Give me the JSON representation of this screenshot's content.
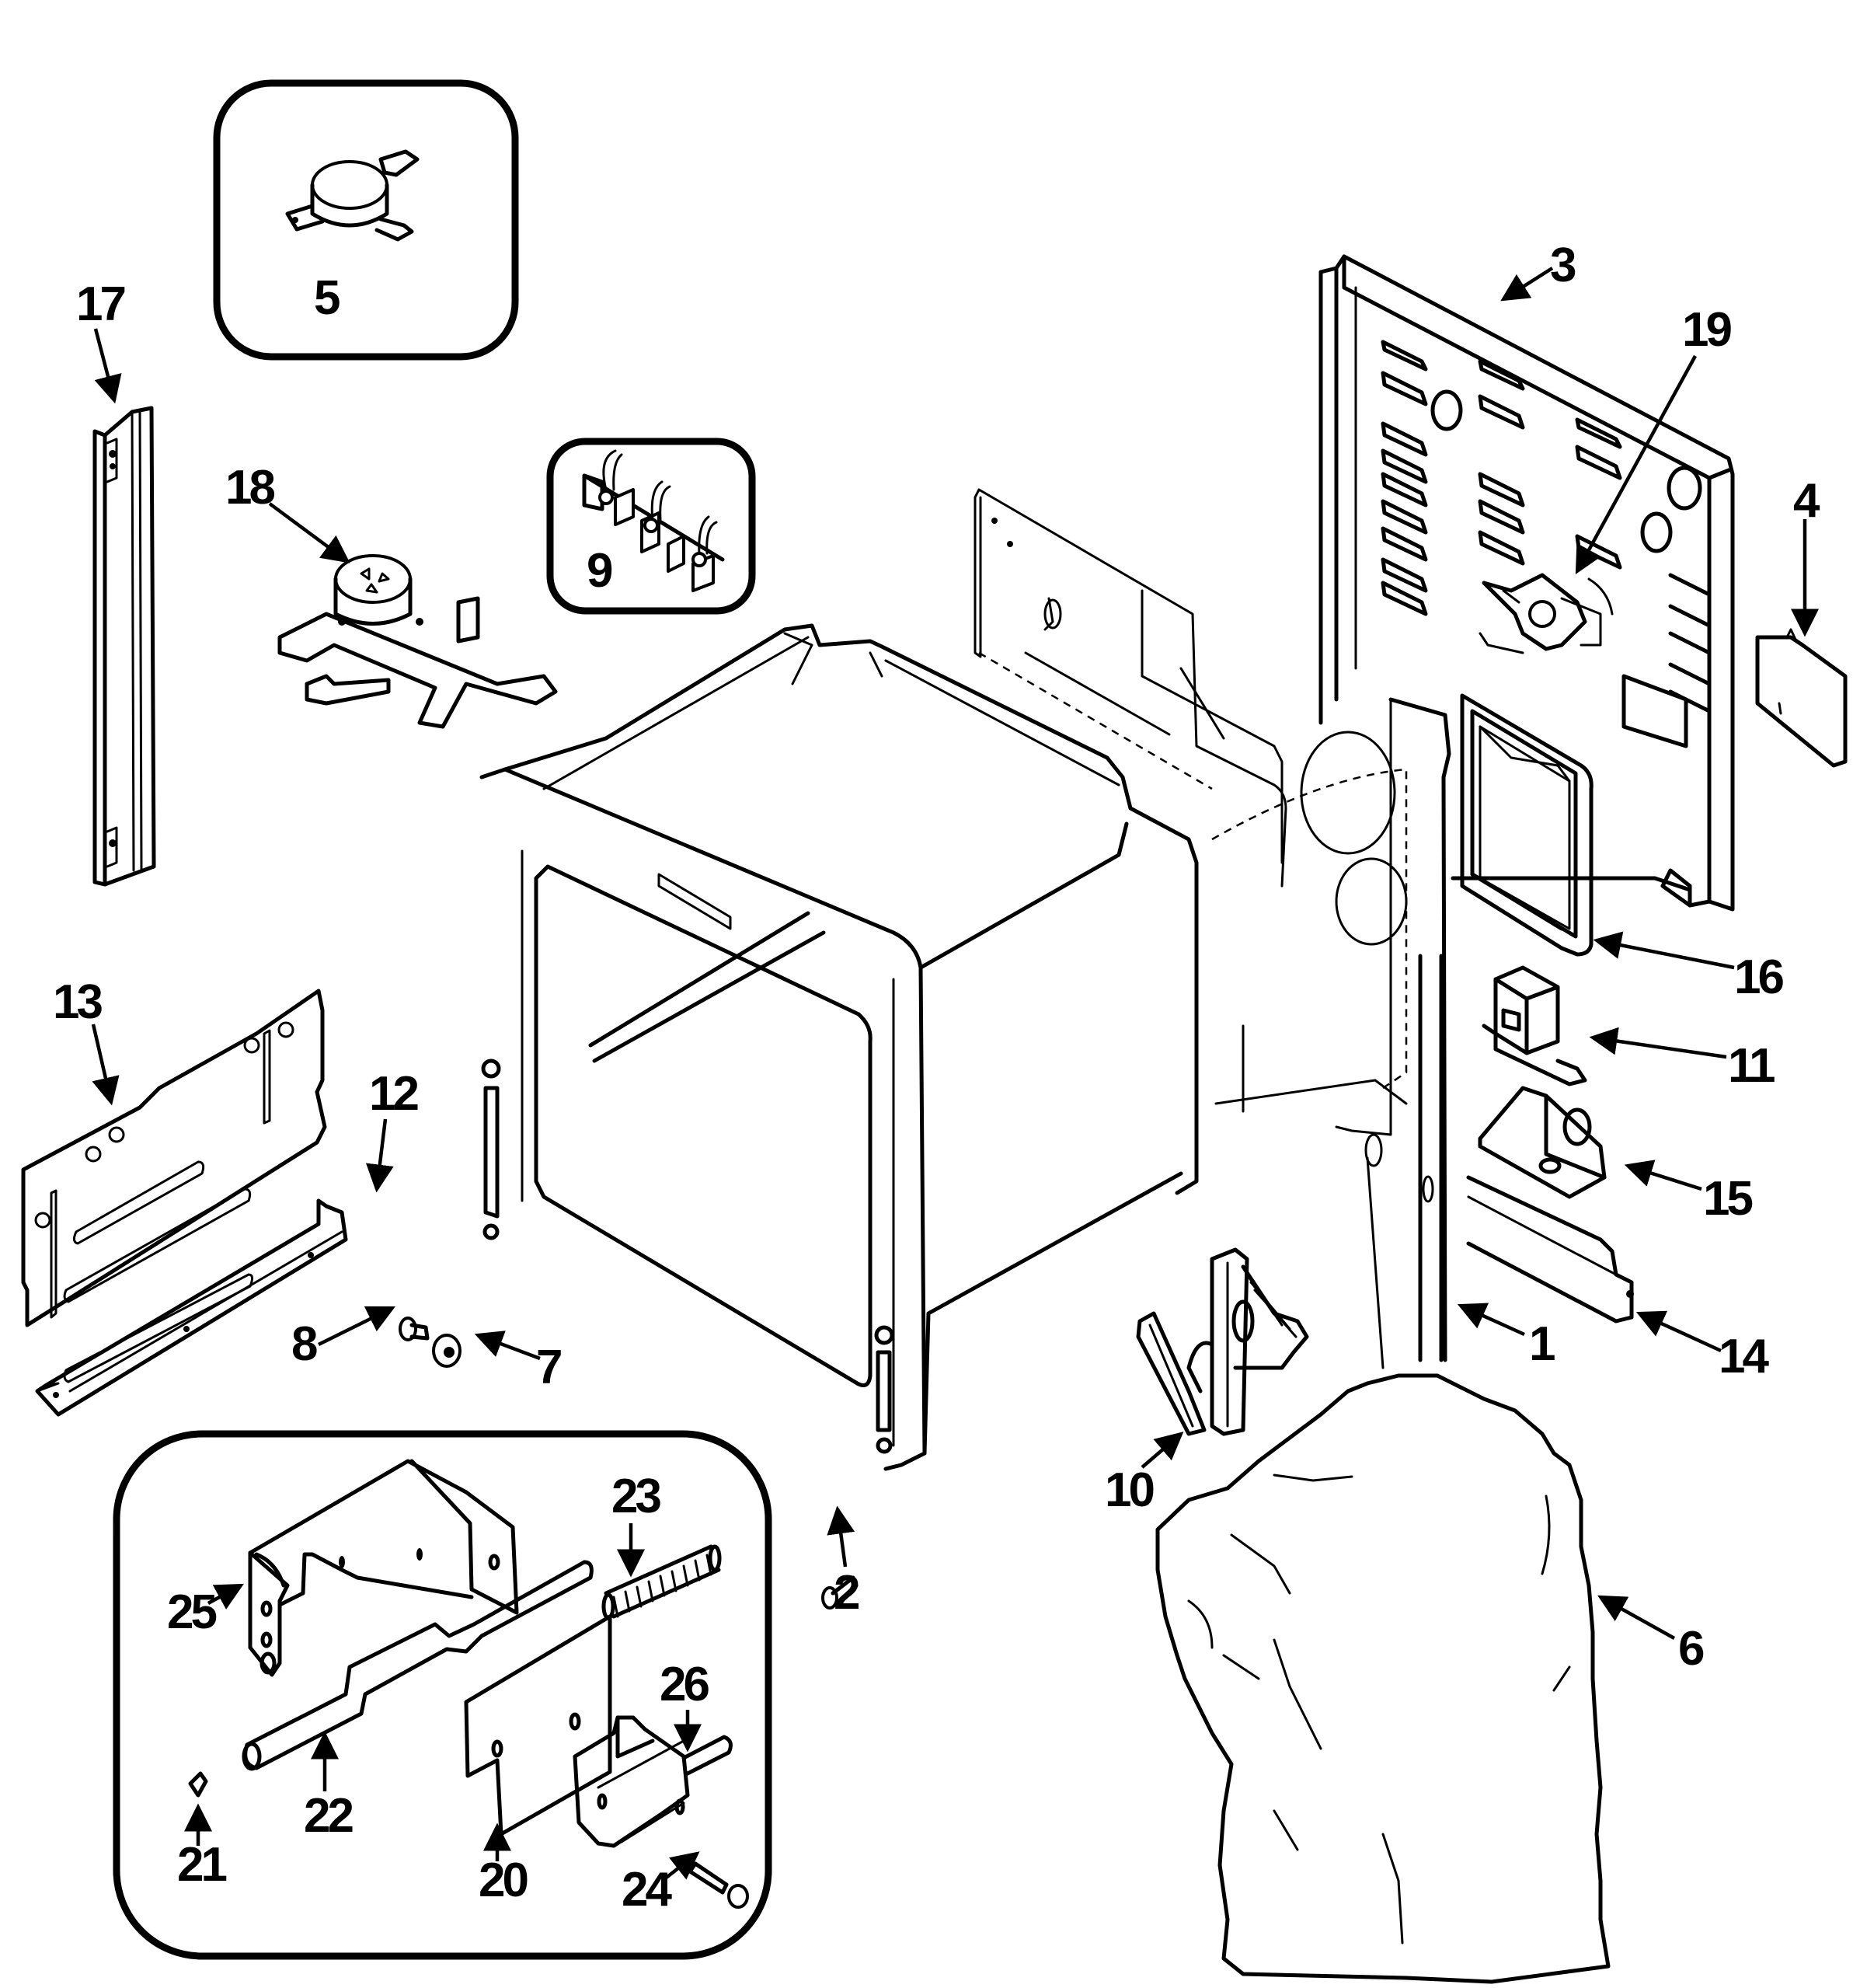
{
  "diagram": {
    "type": "exploded-parts-diagram",
    "subject": "Oven cavity assembly",
    "callouts": {
      "p1": "1",
      "p2": "2",
      "p3": "3",
      "p4": "4",
      "p5": "5",
      "p6": "6",
      "p7": "7",
      "p8": "8",
      "p9": "9",
      "p10": "10",
      "p11": "11",
      "p12": "12",
      "p13": "13",
      "p14": "14",
      "p15": "15",
      "p16": "16",
      "p17": "17",
      "p18": "18",
      "p19": "19",
      "p20": "20",
      "p21": "21",
      "p22": "22",
      "p23": "23",
      "p24": "24",
      "p25": "25",
      "p26": "26"
    },
    "insets": [
      {
        "name": "thermostat-inset",
        "parts": [
          "5"
        ]
      },
      {
        "name": "terminal-block-inset",
        "parts": [
          "9"
        ]
      },
      {
        "name": "door-latch-inset",
        "parts": [
          "20",
          "21",
          "22",
          "23",
          "24",
          "25",
          "26"
        ]
      }
    ]
  }
}
